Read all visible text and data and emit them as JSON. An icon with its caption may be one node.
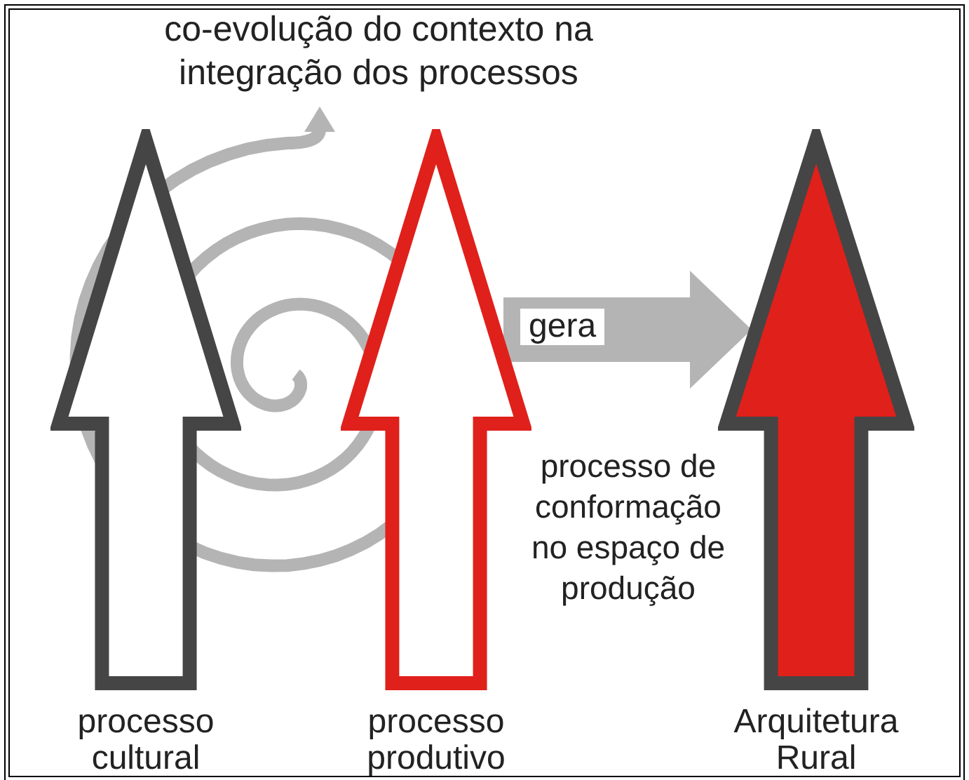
{
  "diagram": {
    "nodes": [
      {
        "text": [
          "processo cultural"
        ]
      },
      {
        "text": [
          "processo produtivo"
        ]
      },
      {
        "text": [
          "co-evolução do contexto na integração dos processos"
        ]
      },
      {
        "text": [
          "Arquitetura Rural"
        ]
      }
    ],
    "edges": [
      {
        "from": 1,
        "to": 3,
        "arrow": "to",
        "label": "gera",
        "style": "thick",
        "color": "#b4b4b4"
      },
      {
        "from": null,
        "to": 2,
        "arrow": "to",
        "color": "#b4b4b4"
      }
    ],
    "labels": [
      "processo de conformação no espaço de produção"
    ]
  }
}
